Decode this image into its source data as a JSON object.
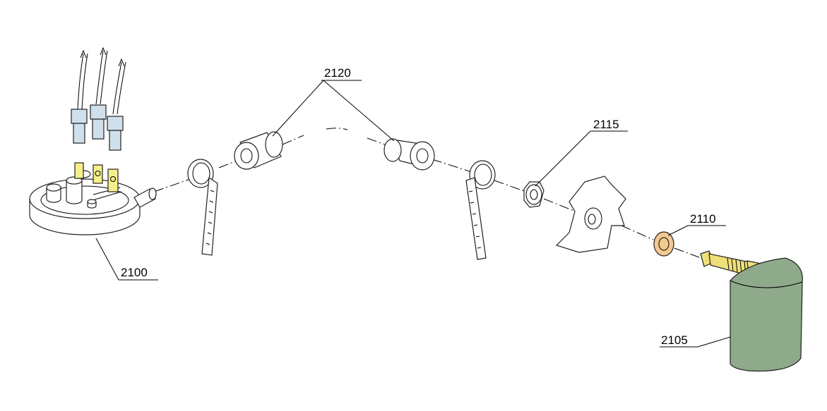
{
  "callouts": {
    "c2100": "2100",
    "c2105": "2105",
    "c2110": "2110",
    "c2115": "2115",
    "c2120": "2120"
  },
  "colors": {
    "terminal_yellow": "#f4f08a",
    "connector_blue": "#cfe0ec",
    "washer_orange": "#f2c98f",
    "shaft_yellow": "#efe07a",
    "knob_green": "#8faa8b",
    "outline": "#222222"
  }
}
